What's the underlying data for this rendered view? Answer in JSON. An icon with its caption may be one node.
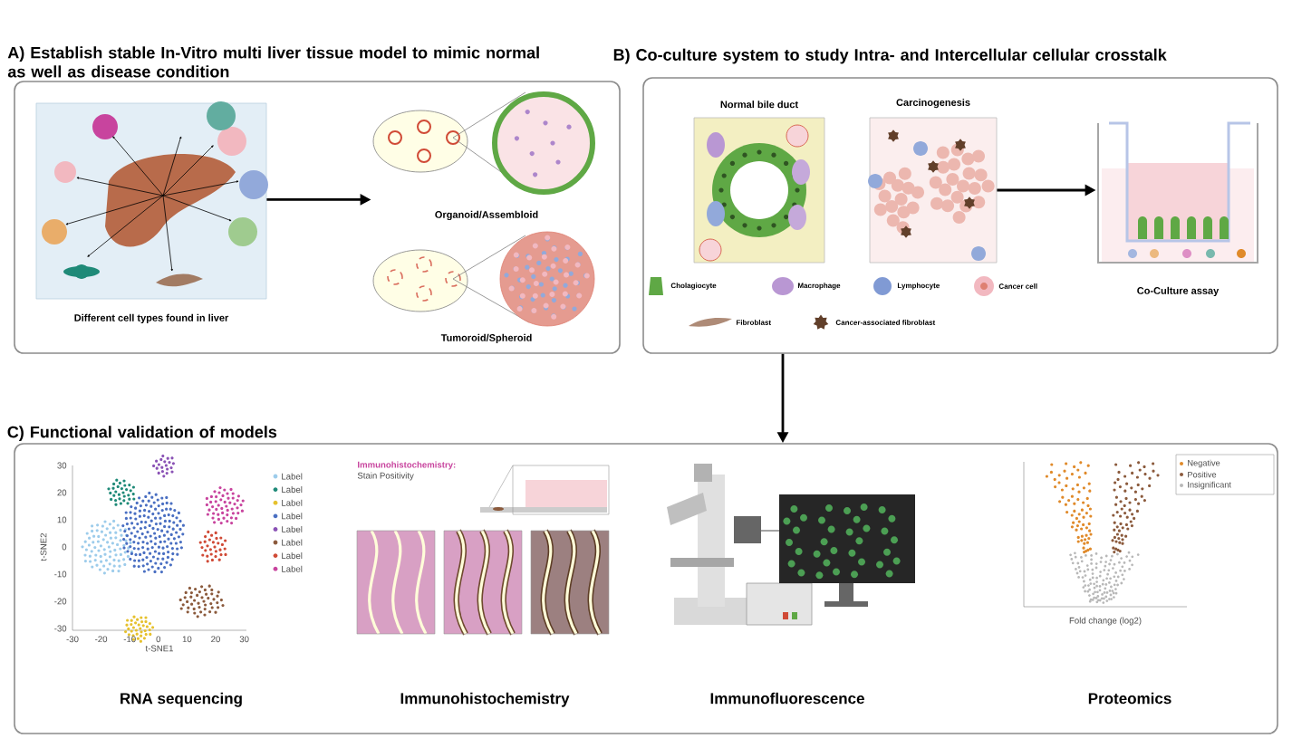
{
  "diagram": {
    "nodes": [
      {
        "text": [
          "A) Establish stable In-Vitro multi liver tissue model to mimic normal as well as disease condition"
        ]
      },
      {
        "text": [
          "Different cell types found in liver"
        ],
        "in": 0
      },
      {
        "text": [
          "Organoid/Assembloid"
        ],
        "in": 0
      },
      {
        "text": [
          "Tumoroid/Spheroid"
        ],
        "in": 0
      },
      {
        "text": [
          "B) Co-culture system to study Intra- and Intercellular cellular crosstalk"
        ]
      },
      {
        "text": [
          "Normal bile duct"
        ],
        "in": 4
      },
      {
        "text": [
          "Carcinogenesis"
        ],
        "in": 4
      },
      {
        "text": [
          "Co-Culture assay"
        ],
        "in": 4
      },
      {
        "text": [
          "C) Functional validation of models"
        ]
      },
      {
        "text": [
          "RNA sequencing"
        ],
        "in": 8
      },
      {
        "text": [
          "Immunohistochemistry"
        ],
        "in": 8
      },
      {
        "text": [
          "Immunofluorescence"
        ],
        "in": 8
      },
      {
        "text": [
          "Proteomics"
        ],
        "in": 8
      }
    ],
    "edges": [
      {
        "from": 1,
        "to": 2,
        "arrow": "to"
      },
      {
        "from": 6,
        "to": 7,
        "arrow": "to"
      },
      {
        "from": 4,
        "to": 8,
        "arrow": "to"
      }
    ],
    "labels": [
      "t-SNE2",
      "t-SNE1",
      "30",
      "20",
      "10",
      "0",
      "-10",
      "-20",
      "-30",
      "-30",
      "-20",
      "-10",
      "0",
      "10",
      "20",
      "30",
      "Label",
      "Label",
      "Label",
      "Label",
      "Label",
      "Label",
      "Label",
      "Label",
      "Immunohistochemistry:",
      "Stain Positivity",
      "Negative",
      "Positive",
      "Insignificant",
      "Fold change (log2)"
    ],
    "legend": [
      {
        "text": "Cholagiocyte"
      },
      {
        "text": "Macrophage"
      },
      {
        "text": "Lymphocyte"
      },
      {
        "text": "Cancer cell"
      },
      {
        "text": "Fibroblast"
      },
      {
        "text": "Cancer-associated fibroblast"
      }
    ]
  }
}
